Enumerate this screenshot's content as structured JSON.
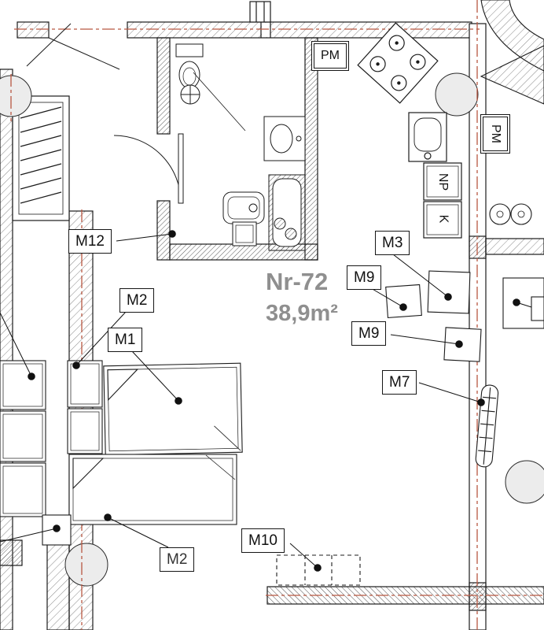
{
  "plan": {
    "unit_number": "Nr-72",
    "area": "38,9m²"
  },
  "furniture_labels": [
    {
      "id": "m12",
      "text": "M12"
    },
    {
      "id": "m2-upper",
      "text": "M2"
    },
    {
      "id": "m1",
      "text": "M1"
    },
    {
      "id": "m3",
      "text": "M3"
    },
    {
      "id": "m9-upper",
      "text": "M9"
    },
    {
      "id": "m9-lower",
      "text": "M9"
    },
    {
      "id": "m7",
      "text": "M7"
    },
    {
      "id": "m10",
      "text": "M10"
    },
    {
      "id": "m2-lower",
      "text": "M2"
    }
  ],
  "appliance_labels": [
    {
      "id": "pm-kitchen",
      "text": "PM"
    },
    {
      "id": "pm-neighbor",
      "text": "PM"
    },
    {
      "id": "np",
      "text": "NP"
    },
    {
      "id": "k",
      "text": "K"
    }
  ],
  "colors": {
    "axis_line": "#b85742",
    "area_text": "#8f8f8f",
    "drawing_line": "#1b1b1b"
  }
}
